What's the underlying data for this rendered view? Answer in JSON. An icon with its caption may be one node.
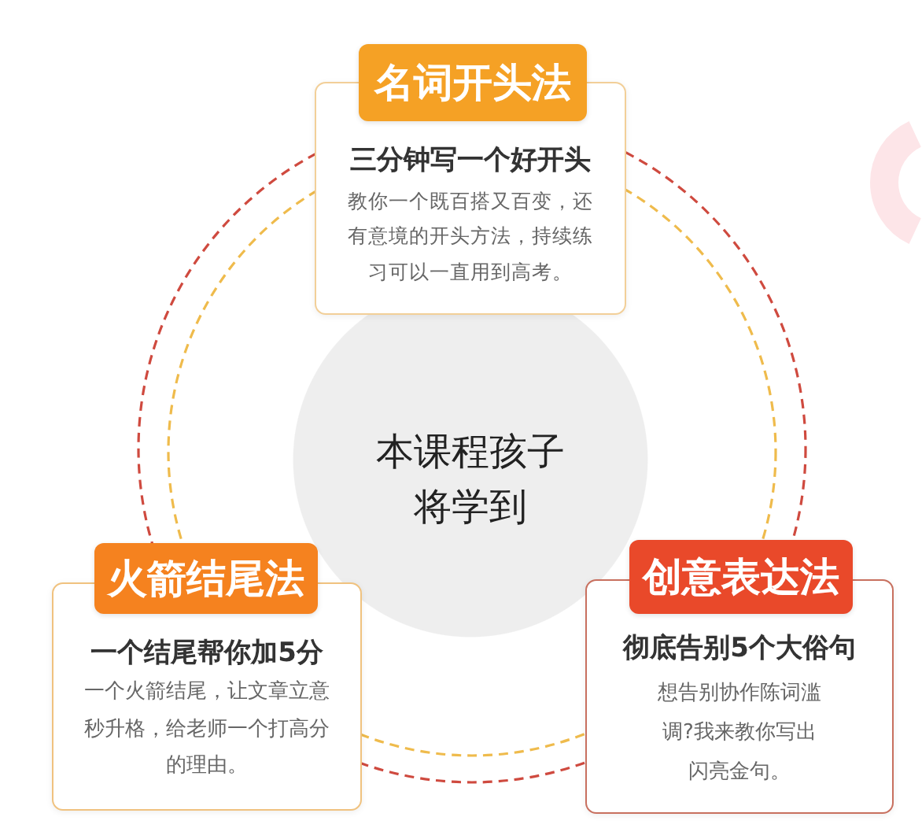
{
  "diagram": {
    "nodes": [
      {
        "text": [
          "名词开头法",
          "三分钟写一个好开头",
          "教你一个既百搭又百变，还有意境的开头方法，持续练习可以一直用到高考。"
        ]
      },
      {
        "text": [
          "本课程孩子将学到"
        ]
      },
      {
        "text": [
          "火箭结尾法",
          "一个结尾帮你加5分",
          "一个火箭结尾，让文章立意秒升格，给老师一个打高分的理由。"
        ]
      },
      {
        "text": [
          "创意表达法",
          "彻底告别5个大俗句",
          "想告别协作陈词滥调?我来教你写出闪亮金句。"
        ]
      }
    ]
  }
}
